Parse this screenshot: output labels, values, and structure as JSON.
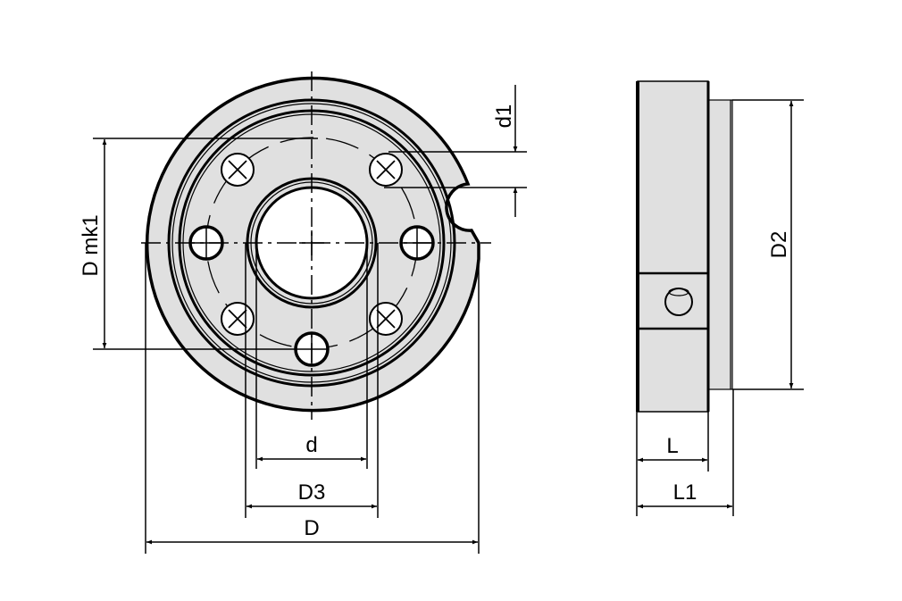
{
  "colors": {
    "fill": "#e0e0e0",
    "stroke": "#000000",
    "background": "#ffffff"
  },
  "front_view": {
    "labels": {
      "d": "d",
      "D3": "D3",
      "D": "D",
      "Dmk1": "D mk1",
      "d1": "d1"
    }
  },
  "side_view": {
    "labels": {
      "D2": "D2",
      "L": "L",
      "L1": "L1"
    }
  }
}
